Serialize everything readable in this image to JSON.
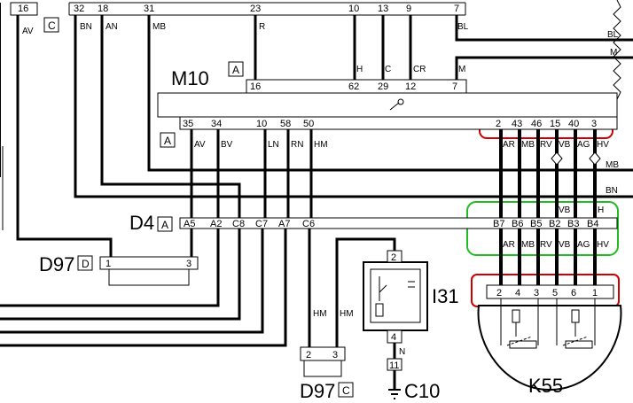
{
  "colors": {
    "wire": "#000000",
    "highlight_red": "#cc0000",
    "highlight_green": "#22bb22",
    "background": "#ffffff"
  },
  "top_connector": {
    "pins": [
      "16",
      "32",
      "18",
      "31",
      "23",
      "10",
      "13",
      "9",
      "7"
    ],
    "box_label": "C",
    "wire_codes": {
      "p16": "AV",
      "p32": "BN",
      "p18": "AN",
      "p31": "MB",
      "p23": "R",
      "p7": "BL"
    }
  },
  "right_edge_wires": [
    "BL",
    "M",
    "MB",
    "BN"
  ],
  "m10": {
    "name": "M10",
    "box_label": "A",
    "pins": [
      "16",
      "62",
      "29",
      "12",
      "7"
    ],
    "wire_codes": [
      "H",
      "C",
      "CR",
      "M"
    ]
  },
  "d4_upper": {
    "box_label": "A",
    "left_pins": [
      "35",
      "34",
      "10",
      "58",
      "50"
    ],
    "left_codes": [
      "AV",
      "BV",
      "LN",
      "RN",
      "HM"
    ],
    "right_pins": [
      "2",
      "43",
      "46",
      "15",
      "40",
      "3"
    ],
    "right_codes": [
      "AR",
      "MB",
      "RV",
      "VB",
      "AG",
      "HV"
    ]
  },
  "d4_lower": {
    "name": "D4",
    "box_label": "A",
    "left_pins": [
      "A5",
      "A2",
      "C8",
      "C7",
      "A7",
      "C6"
    ],
    "right_pins": [
      "B7",
      "B6",
      "B5",
      "B2",
      "B3",
      "B4"
    ],
    "top_codes": [
      "VB",
      "H"
    ],
    "bottom_codes": [
      "AR",
      "MB",
      "RV",
      "VB",
      "AG",
      "HV"
    ]
  },
  "d97_d": {
    "name": "D97",
    "box_label": "D",
    "pins": [
      "1",
      "3"
    ]
  },
  "d97_c": {
    "name": "D97",
    "box_label": "C",
    "pins": [
      "2",
      "3"
    ],
    "wire_codes": [
      "HM",
      "HM"
    ]
  },
  "i31": {
    "name": "I31",
    "pins": [
      "2",
      "4"
    ]
  },
  "c10": {
    "name": "C10",
    "fuse": "11",
    "wire_code": "N"
  },
  "k55": {
    "name": "K55",
    "pins": [
      "2",
      "4",
      "3",
      "5",
      "6",
      "1"
    ]
  }
}
